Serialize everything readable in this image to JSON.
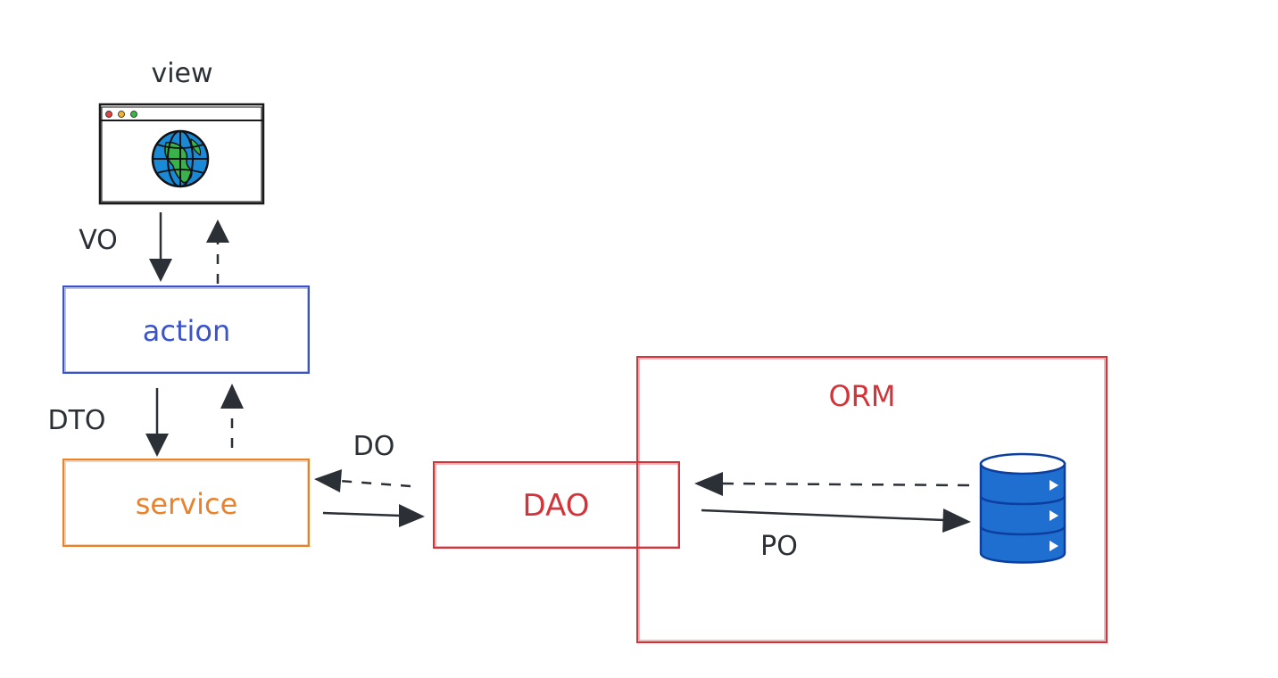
{
  "diagram": {
    "view": {
      "label": "view"
    },
    "action": {
      "label": "action"
    },
    "service": {
      "label": "service"
    },
    "dao": {
      "label": "DAO"
    },
    "orm": {
      "label": "ORM"
    },
    "edges": {
      "vo": "VO",
      "dto": "DTO",
      "do": "DO",
      "po": "PO"
    }
  },
  "colors": {
    "ink": "#2b2f36",
    "action": "#3b53c9",
    "service": "#e8822b",
    "dao": "#d3343a",
    "orm": "#d3343a",
    "database": "#1f6fd1",
    "globe_ocean": "#1a8ad6",
    "globe_land": "#37b34a"
  },
  "icons": {
    "view": "browser-globe-icon",
    "database": "database-icon"
  }
}
